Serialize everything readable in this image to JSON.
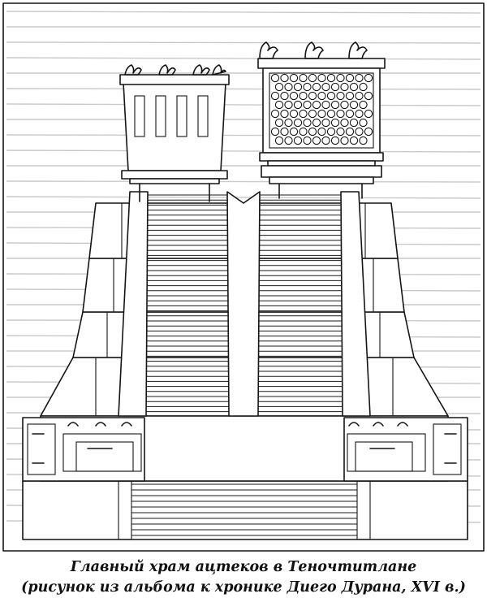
{
  "figure": {
    "subject": "temple-illustration",
    "colors": {
      "ink": "#151515",
      "paper": "#ffffff",
      "bleed_text": "#c9c9c9"
    }
  },
  "caption": {
    "line1": "Главный храм ацтеков в Теночтитлане",
    "line2": "(рисунок из альбома к хронике Диего Дурана, XVI в.)"
  }
}
